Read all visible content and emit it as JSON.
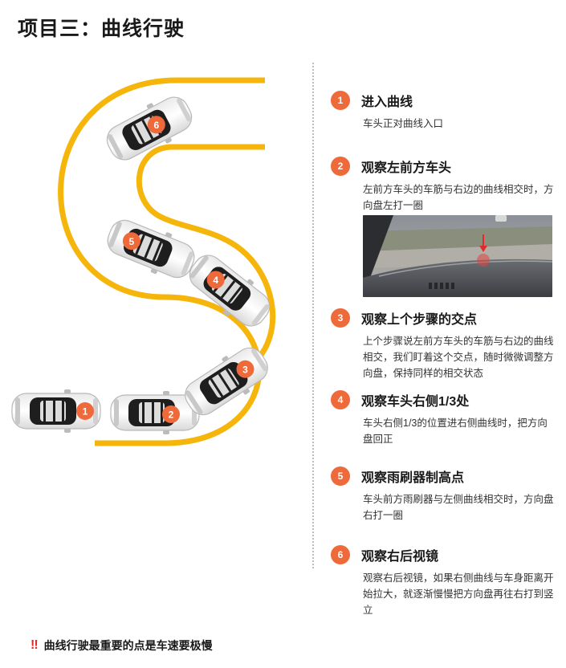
{
  "title": "项目三：曲线行驶",
  "diagram": {
    "road_color": "#f5b50a",
    "car_badge_color": "#ef6a3a",
    "cars": [
      "1",
      "2",
      "3",
      "4",
      "5",
      "6"
    ]
  },
  "steps": [
    {
      "num": "1",
      "title": "进入曲线",
      "desc": "车头正对曲线入口"
    },
    {
      "num": "2",
      "title": "观察左前方车头",
      "desc": "左前方车头的车筋与右边的曲线相交时，方向盘左打一圈"
    },
    {
      "num": "3",
      "title": "观察上个步骤的交点",
      "desc": "上个步骤说左前方车头的车筋与右边的曲线相交，我们盯着这个交点，随时微微调整方向盘，保持同样的相交状态"
    },
    {
      "num": "4",
      "title": "观察车头右侧1/3处",
      "desc": "车头右侧1/3的位置进右侧曲线时，把方向盘回正"
    },
    {
      "num": "5",
      "title": "观察雨刷器制高点",
      "desc": "车头前方雨刷器与左侧曲线相交时，方向盘右打一圈"
    },
    {
      "num": "6",
      "title": "观察右后视镜",
      "desc": "观察右后视镜，如果右侧曲线与车身距离开始拉大，就逐渐慢慢把方向盘再往右打到竖立"
    }
  ],
  "footer": {
    "icon": "!!",
    "text": "曲线行驶最重要的点是车速要极慢"
  }
}
